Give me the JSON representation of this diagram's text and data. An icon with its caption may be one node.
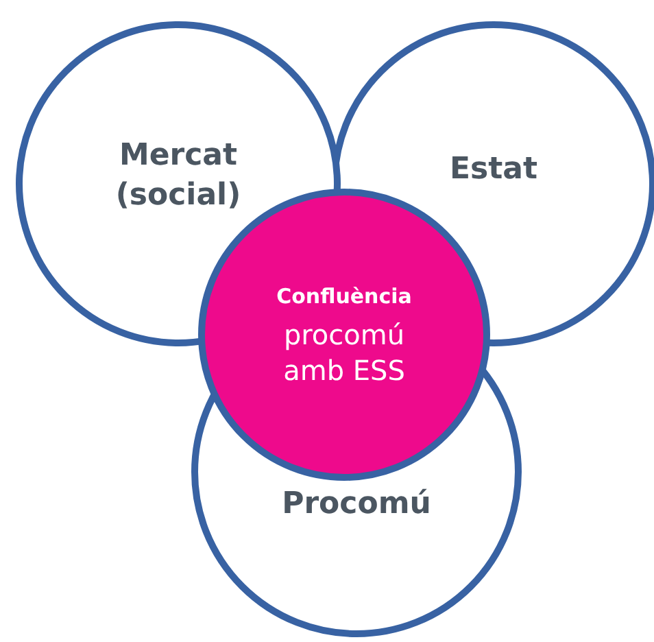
{
  "diagram": {
    "nodes": [
      {
        "text": [
          "Mercat (social)"
        ]
      },
      {
        "text": [
          "Estat"
        ]
      },
      {
        "text": [
          "Procomú"
        ]
      },
      {
        "text": [
          "Confluència",
          "procomú amb ESS"
        ]
      }
    ]
  }
}
